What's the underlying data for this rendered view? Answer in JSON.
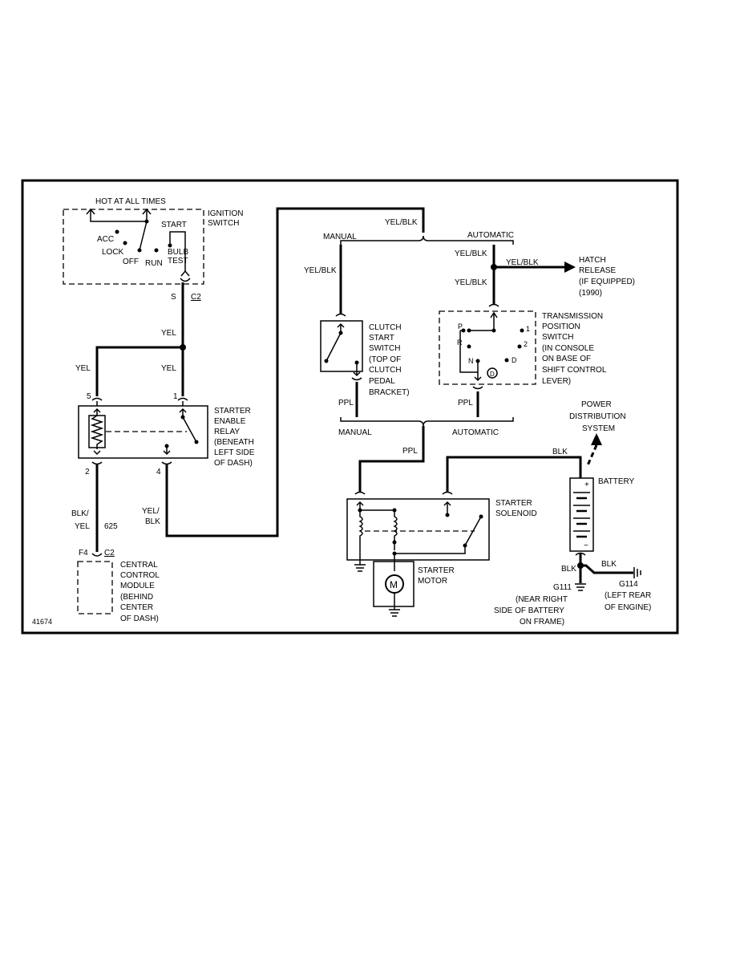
{
  "diagram_id": "41674",
  "ignition_switch": {
    "hot_label": "HOT AT ALL TIMES",
    "title": [
      "IGNITION",
      "SWITCH"
    ],
    "positions": {
      "acc": "ACC",
      "lock": "LOCK",
      "off": "OFF",
      "run": "RUN",
      "start": "START",
      "bulb": "BULB",
      "test": "TEST"
    },
    "pin": "S",
    "connector": "C2"
  },
  "wires": {
    "yel": "YEL",
    "yel_blk": "YEL/BLK",
    "yel_blk_split": [
      "YEL/",
      "BLK"
    ],
    "blk_yel_split": [
      "BLK/",
      "YEL"
    ],
    "circuit_625": "625",
    "ppl": "PPL",
    "blk": "BLK"
  },
  "starter_enable_relay": {
    "title": [
      "STARTER",
      "ENABLE",
      "RELAY",
      "(BENEATH",
      "LEFT SIDE",
      "OF DASH)"
    ],
    "pins": [
      "5",
      "1",
      "2",
      "4"
    ]
  },
  "central_control_module": {
    "title": [
      "CENTRAL",
      "CONTROL",
      "MODULE",
      "(BEHIND",
      "CENTER",
      "OF DASH)"
    ],
    "pin": "F4",
    "connector": "C2"
  },
  "branches": {
    "manual": "MANUAL",
    "automatic": "AUTOMATIC"
  },
  "clutch_start_switch": {
    "title": [
      "CLUTCH",
      "START",
      "SWITCH",
      "(TOP OF",
      "CLUTCH",
      "PEDAL",
      "BRACKET)"
    ]
  },
  "hatch_release": {
    "title": [
      "HATCH",
      "RELEASE",
      "(IF EQUIPPED)",
      "(1990)"
    ]
  },
  "transmission_position_switch": {
    "title": [
      "TRANSMISSION",
      "POSITION",
      "SWITCH",
      "(IN CONSOLE",
      "ON BASE OF",
      "SHIFT CONTROL",
      "LEVER)"
    ],
    "gears": {
      "p": "P",
      "r": "R",
      "n": "N",
      "d_circle": "D",
      "d": "D",
      "two": "2",
      "one": "1"
    }
  },
  "power_distribution": {
    "title": [
      "POWER",
      "DISTRIBUTION",
      "SYSTEM"
    ]
  },
  "battery": {
    "title": "BATTERY",
    "plus": "+",
    "minus": "−"
  },
  "starter_solenoid": {
    "title": [
      "STARTER",
      "SOLENOID"
    ]
  },
  "starter_motor": {
    "title": [
      "STARTER",
      "MOTOR"
    ],
    "symbol": "M"
  },
  "grounds": {
    "g111": {
      "id": "G111",
      "desc": [
        "(NEAR RIGHT",
        "SIDE OF BATTERY",
        "ON FRAME)"
      ]
    },
    "g114": {
      "id": "G114",
      "desc": [
        "(LEFT REAR",
        "OF ENGINE)"
      ]
    }
  }
}
